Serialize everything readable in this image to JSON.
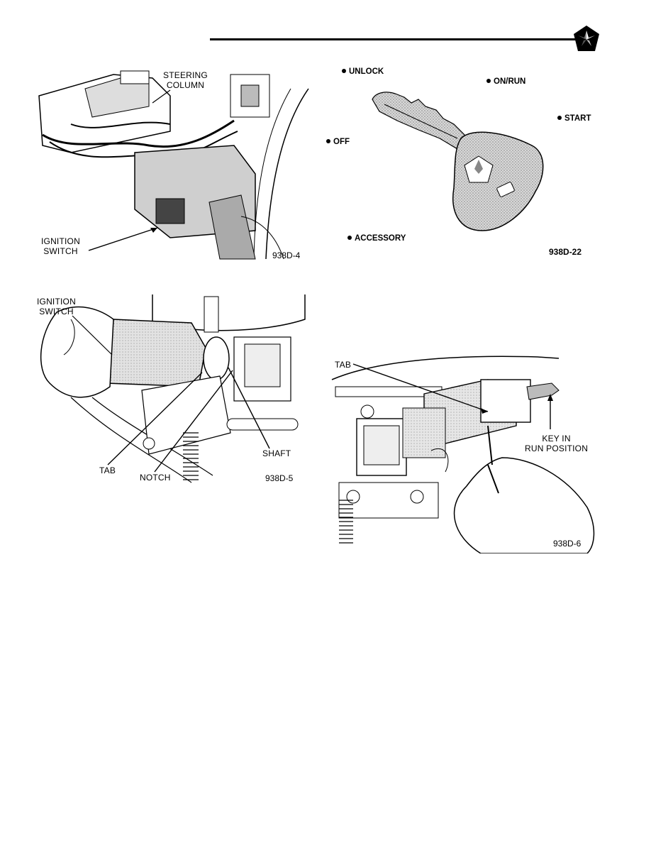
{
  "figures": {
    "fig1": {
      "id": "938D-4",
      "labels": {
        "steering_column": "STEERING\nCOLUMN",
        "ignition_switch": "IGNITION\nSWITCH"
      }
    },
    "fig2": {
      "id": "938D-22",
      "positions": {
        "unlock": "UNLOCK",
        "on_run": "ON/RUN",
        "start": "START",
        "off": "OFF",
        "accessory": "ACCESSORY"
      }
    },
    "fig3": {
      "id": "938D-5",
      "labels": {
        "ignition_switch": "IGNITION\nSWITCH",
        "tab": "TAB",
        "notch": "NOTCH",
        "shaft": "SHAFT"
      }
    },
    "fig4": {
      "id": "938D-6",
      "labels": {
        "tab": "TAB",
        "key_in_run": "KEY IN\nRUN POSITION"
      }
    }
  },
  "colors": {
    "ink": "#000000",
    "shade": "#9a9a9a"
  }
}
